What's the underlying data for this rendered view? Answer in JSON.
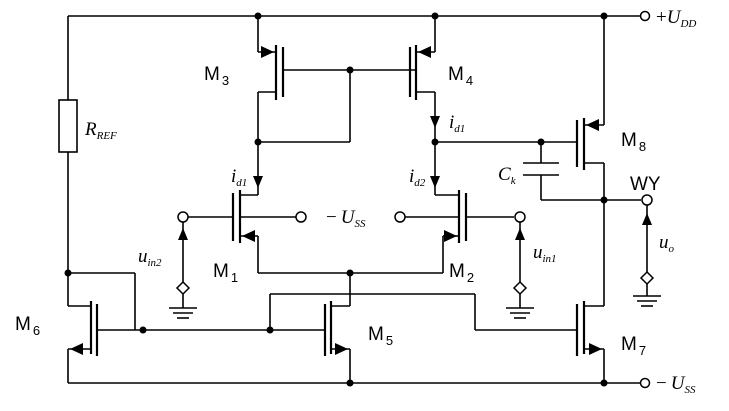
{
  "supplies": {
    "vdd": {
      "sign": "+",
      "main": "U",
      "sub": "DD"
    },
    "vss_right": {
      "sign": "−",
      "main": "U",
      "sub": "SS"
    },
    "vss_mid": {
      "sign": "−",
      "main": "U",
      "sub": "SS"
    }
  },
  "resistor": {
    "main": "R",
    "sub": "REF"
  },
  "capacitor": {
    "main": "C",
    "sub": "k"
  },
  "transistors": {
    "m1": {
      "main": "M",
      "sub": "1"
    },
    "m2": {
      "main": "M",
      "sub": "2"
    },
    "m3": {
      "main": "M",
      "sub": "3"
    },
    "m4": {
      "main": "M",
      "sub": "4"
    },
    "m5": {
      "main": "M",
      "sub": "5"
    },
    "m6": {
      "main": "M",
      "sub": "6"
    },
    "m7": {
      "main": "M",
      "sub": "7"
    },
    "m8": {
      "main": "M",
      "sub": "8"
    }
  },
  "currents": {
    "left": {
      "main": "i",
      "sub": "d1"
    },
    "right_upper": {
      "main": "i",
      "sub": "d1"
    },
    "right_lower": {
      "main": "i",
      "sub": "d2"
    }
  },
  "inputs": {
    "in2": {
      "main": "u",
      "sub": "in2"
    },
    "in1": {
      "main": "u",
      "sub": "in1"
    }
  },
  "output": {
    "node_label": "WY",
    "voltage": {
      "main": "u",
      "sub": "o"
    }
  }
}
